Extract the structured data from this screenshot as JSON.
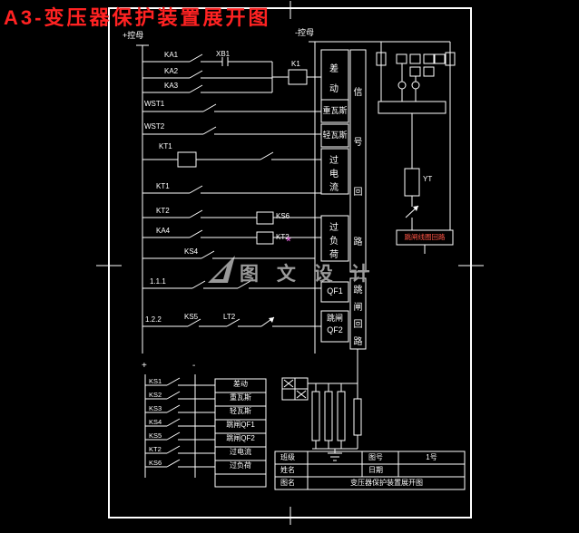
{
  "title": "A3-变压器保护装置展开图",
  "drawing": {
    "bus_pos": "+控母",
    "bus_neg": "-控母",
    "labels": {
      "ka1": "KA1",
      "ka2": "KA2",
      "ka3": "KA3",
      "xb1": "XB1",
      "k1": "K1",
      "wst1": "WST1",
      "wst2": "WST2",
      "kt1_coil": "KT1",
      "kt1": "KT1",
      "kt2": "KT2",
      "ka4": "KA4",
      "ks4": "KS4",
      "ks6": "KS6",
      "kt2_coil": "KT2",
      "n111": "1.1.1",
      "n122": "1.2.2",
      "ks5": "KS5",
      "lt2": "LT2",
      "yt": "YT"
    },
    "function_cells": {
      "diff": "差动",
      "heavy_gas": "重瓦斯",
      "light_gas": "轻瓦斯",
      "overcurrent": "过电流",
      "overload": "过负荷",
      "qf1": "QF1",
      "trip": "跳闸",
      "qf2": "QF2"
    },
    "group_signal": "信号回路",
    "group_trip": "跳闸回路",
    "trip_coil_note": "跳闸线圈回路"
  },
  "watermark": {
    "text": "图 文 设 计",
    "mark": "*"
  },
  "annunciator": {
    "bus_pos": "+",
    "bus_neg": "-",
    "relays": [
      "KS1",
      "KS2",
      "KS3",
      "KS4",
      "KS5",
      "KT2",
      "KS6"
    ],
    "rows": [
      "差动",
      "重瓦斯",
      "轻瓦斯",
      "跳闸QF1",
      "跳闸QF2",
      "过电流",
      "过负荷",
      ""
    ]
  },
  "titleblock": {
    "class_label": "班级",
    "name_label": "姓名",
    "title_label": "图名",
    "no_label": "图号",
    "date_label": "日期",
    "no_value": "1号",
    "drawing_title": "变压器保护装置展开图"
  }
}
